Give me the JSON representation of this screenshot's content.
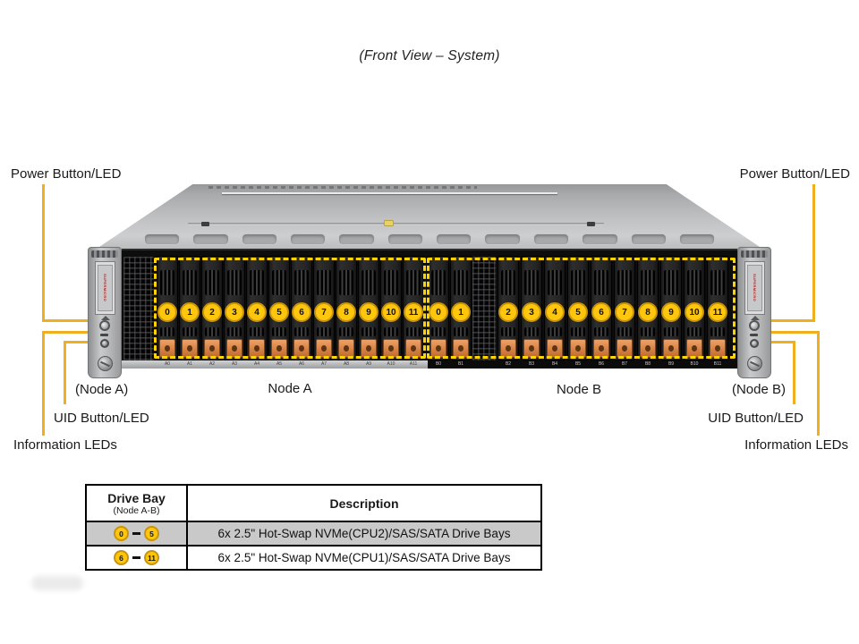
{
  "title": "(Front View – System)",
  "brand_label": "SUPERMICRO",
  "drive_type_label": "NVMe",
  "callouts": {
    "left": {
      "power": "Power Button/LED",
      "node": "(Node A)",
      "uid": "UID Button/LED",
      "info": "Information LEDs"
    },
    "right": {
      "power": "Power Button/LED",
      "node": "(Node B)",
      "uid": "UID Button/LED",
      "info": "Information LEDs"
    }
  },
  "nodes": {
    "a": {
      "label": "Node A",
      "bay_numbers": [
        "0",
        "1",
        "2",
        "3",
        "4",
        "5",
        "6",
        "7",
        "8",
        "9",
        "10",
        "11"
      ],
      "bay_ids": [
        "A0",
        "A1",
        "A2",
        "A3",
        "A4",
        "A5",
        "A6",
        "A7",
        "A8",
        "A9",
        "A10",
        "A11"
      ]
    },
    "b": {
      "label": "Node B",
      "bay_numbers": [
        "0",
        "1",
        "2",
        "3",
        "4",
        "5",
        "6",
        "7",
        "8",
        "9",
        "10",
        "11"
      ],
      "bay_ids": [
        "B0",
        "B1",
        "B2",
        "B3",
        "B4",
        "B5",
        "B6",
        "B7",
        "B8",
        "B9",
        "B10",
        "B11"
      ]
    }
  },
  "table": {
    "header": {
      "col1_title": "Drive Bay",
      "col1_sub": "(Node A-B)",
      "col2_title": "Description"
    },
    "range_dash": "",
    "rows": [
      {
        "bay_from": "0",
        "bay_to": "5",
        "description": "6x 2.5\" Hot-Swap NVMe(CPU2)/SAS/SATA Drive Bays"
      },
      {
        "bay_from": "6",
        "bay_to": "11",
        "description": "6x 2.5\" Hot-Swap NVMe(CPU1)/SAS/SATA Drive Bays"
      }
    ]
  },
  "colors": {
    "callout_line": "#EFAF1F",
    "bay_outline": "#FFD400",
    "badge_fill": "#FFC60E",
    "badge_ring": "#C9940A",
    "latch": "#DD8A4E",
    "table_row_highlight": "#C9C9C9"
  }
}
